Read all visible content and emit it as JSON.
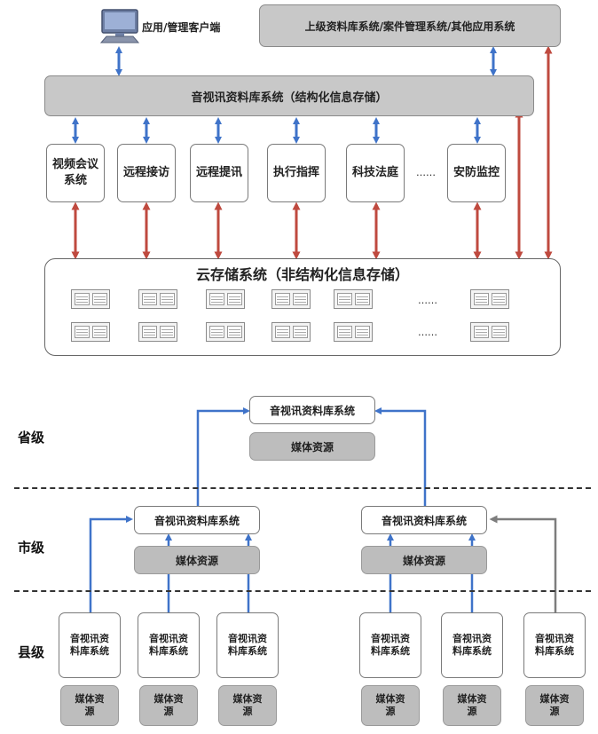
{
  "top": {
    "client_label": "应用/管理客户端",
    "upper_system": "上级资料库系统/案件管理系统/其他应用系统",
    "av_library": "音视讯资料库系统（结构化信息存储）",
    "apps": [
      "视频会议系统",
      "远程接访",
      "远程提讯",
      "执行指挥",
      "科技法庭",
      "安防监控"
    ],
    "apps_ellipsis": "……",
    "cloud_title": "云存储系统（非结构化信息存储）",
    "cloud_ellipsis": "……"
  },
  "bottom": {
    "levels": [
      "省级",
      "市级",
      "县级"
    ],
    "province_system": "音视讯资料库系统",
    "city_system": "音视讯资料库系统",
    "media": "媒体资源",
    "county_system": "音视讯资料库系统",
    "county_media": "媒体资源"
  },
  "colors": {
    "blue_arrow": "#3f73c9",
    "red_arrow": "#bf4a3f",
    "gray_arrow": "#7d7d7d"
  }
}
